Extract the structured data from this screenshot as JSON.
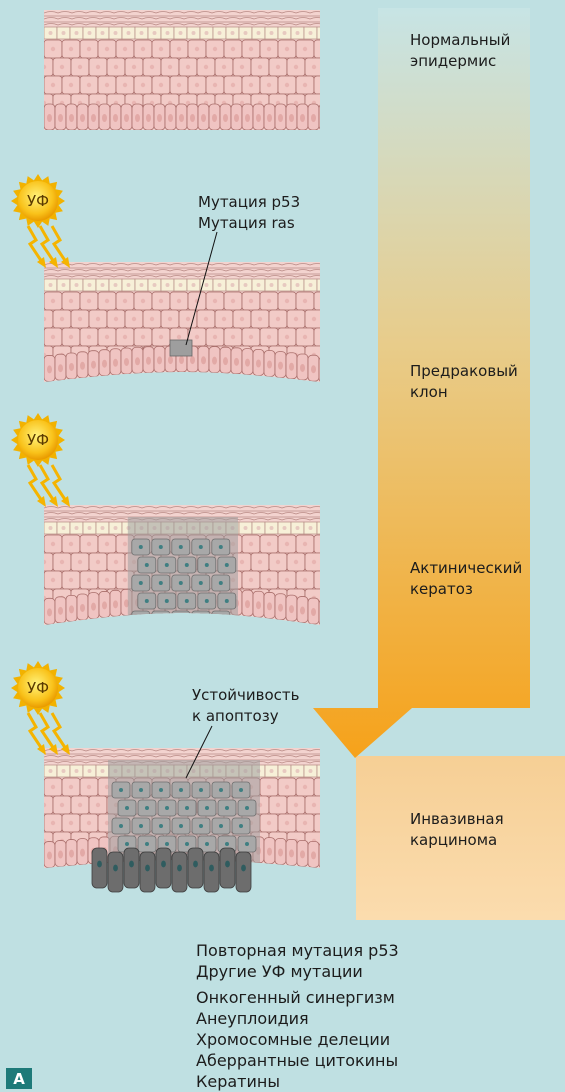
{
  "stages": [
    {
      "line1": "Нормальный",
      "line2": "эпидермис"
    },
    {
      "line1": "Предраковый",
      "line2": "клон"
    },
    {
      "line1": "Актинический",
      "line2": "кератоз"
    },
    {
      "line1": "Инвазивная",
      "line2": "карцинома"
    }
  ],
  "uv_label": "УФ",
  "mutation_labels": {
    "first": [
      "Мутация p53",
      "Мутация ras"
    ],
    "second": [
      "Устойчивость",
      "к апоптозу"
    ]
  },
  "bottom_list": {
    "group1": [
      "Повторная мутация p53",
      "Другие УФ мутации"
    ],
    "group2": [
      "Онкогенный синергизм",
      "Анеуплоидия",
      "Хромосомные делеции",
      "Аберрантные цитокины",
      "Кератины"
    ]
  },
  "panel_letter": "A",
  "colors": {
    "background": "#bfe0e2",
    "arrow_top": "#c9e4e4",
    "arrow_bottom": "#f6a623",
    "skin_cell": "#f2cfcc",
    "cell_border": "#a86d6a",
    "mutant_light": "#a9a9a9",
    "mutant_dark": "#6d6d6d",
    "sun": "#f7b500",
    "panel_letter_bg": "#1e7a79"
  }
}
